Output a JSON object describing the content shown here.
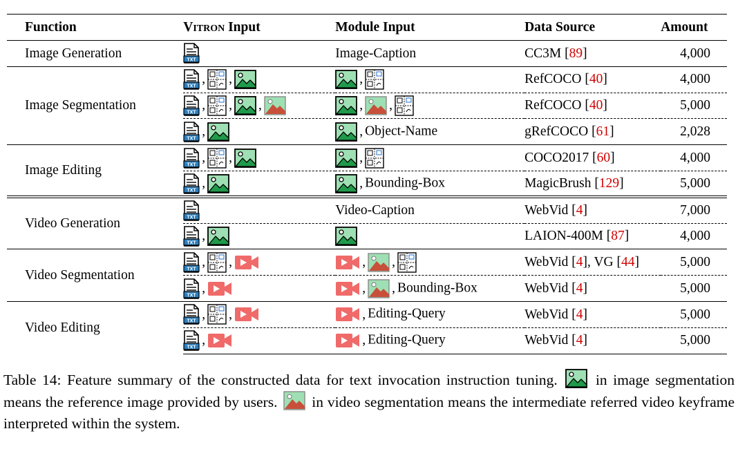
{
  "table": {
    "headers": {
      "function": "Function",
      "vitron_input_name": "Vitron",
      "vitron_input_suffix": "Input",
      "module_input": "Module Input",
      "data_source": "Data Source",
      "amount": "Amount"
    },
    "rows": [
      {
        "function": "Image Generation",
        "module_text": "Image-Caption",
        "source": "CC3M",
        "cite": "89",
        "amount": "4,000"
      },
      {
        "function": "Image Segmentation",
        "module_text": "",
        "source": "RefCOCO",
        "cite": "40",
        "amount": "4,000"
      },
      {
        "module_text": "",
        "source": "RefCOCO",
        "cite": "40",
        "amount": "5,000"
      },
      {
        "module_text": "Object-Name",
        "source": "gRefCOCO",
        "cite": "61",
        "amount": "2,028"
      },
      {
        "function": "Image Editing",
        "module_text": "",
        "source": "COCO2017",
        "cite": "60",
        "amount": "4,000"
      },
      {
        "module_text": "Bounding-Box",
        "source": "MagicBrush",
        "cite": "129",
        "amount": "5,000"
      },
      {
        "function": "Video Generation",
        "module_text": "Video-Caption",
        "source": "WebVid",
        "cite": "4",
        "amount": "7,000"
      },
      {
        "module_text": "",
        "source": "LAION-400M",
        "cite": "87",
        "amount": "4,000"
      },
      {
        "function": "Video Segmentation",
        "module_text": "",
        "source": "WebVid",
        "cite": "4",
        "source2": "VG",
        "cite2": "44",
        "amount": "5,000"
      },
      {
        "module_text": "Bounding-Box",
        "source": "WebVid",
        "cite": "4",
        "amount": "5,000"
      },
      {
        "function": "Video Editing",
        "module_text": "Editing-Query",
        "source": "WebVid",
        "cite": "4",
        "amount": "5,000"
      },
      {
        "module_text": "Editing-Query",
        "source": "WebVid",
        "cite": "4",
        "amount": "5,000"
      }
    ],
    "icon_sequences": {
      "row0": {
        "vitron": [
          "text-icon"
        ],
        "module": []
      },
      "row1": {
        "vitron": [
          "text-icon",
          "sketch-icon",
          "image-icon"
        ],
        "module": [
          "image-icon",
          "sketch-icon"
        ]
      },
      "row2": {
        "vitron": [
          "text-icon",
          "sketch-icon",
          "image-icon",
          "reference-image-icon"
        ],
        "module": [
          "image-icon",
          "reference-image-icon",
          "sketch-icon"
        ]
      },
      "row3": {
        "vitron": [
          "text-icon",
          "image-icon"
        ],
        "module": [
          "image-icon"
        ]
      },
      "row4": {
        "vitron": [
          "text-icon",
          "sketch-icon",
          "image-icon"
        ],
        "module": [
          "image-icon",
          "sketch-icon"
        ]
      },
      "row5": {
        "vitron": [
          "text-icon",
          "image-icon"
        ],
        "module": [
          "image-icon"
        ]
      },
      "row6": {
        "vitron": [
          "text-icon"
        ],
        "module": []
      },
      "row7": {
        "vitron": [
          "text-icon",
          "image-icon"
        ],
        "module": [
          "image-icon"
        ]
      },
      "row8": {
        "vitron": [
          "text-icon",
          "sketch-icon",
          "video-icon"
        ],
        "module": [
          "video-icon",
          "keyframe-icon",
          "sketch-icon"
        ]
      },
      "row9": {
        "vitron": [
          "text-icon",
          "video-icon"
        ],
        "module": [
          "video-icon",
          "keyframe-icon"
        ]
      },
      "row10": {
        "vitron": [
          "text-icon",
          "sketch-icon",
          "video-icon"
        ],
        "module": [
          "video-icon"
        ]
      },
      "row11": {
        "vitron": [
          "text-icon",
          "video-icon"
        ],
        "module": [
          "video-icon"
        ]
      }
    }
  },
  "caption": {
    "part1": "Table 14: Feature summary of the constructed data for text invocation instruction tuning.",
    "part2": "in image segmentation means the reference image provided by users.",
    "part3": "in video segmentation means the intermediate referred video keyframe interpreted within the system."
  },
  "colors": {
    "image_icon_fill": "#9ee0b3",
    "image_icon_mountain": "#1f9a4a",
    "reference_icon_mountain": "#c8503a",
    "video_icon_fill": "#f06a6a",
    "citation": "#d00000"
  }
}
